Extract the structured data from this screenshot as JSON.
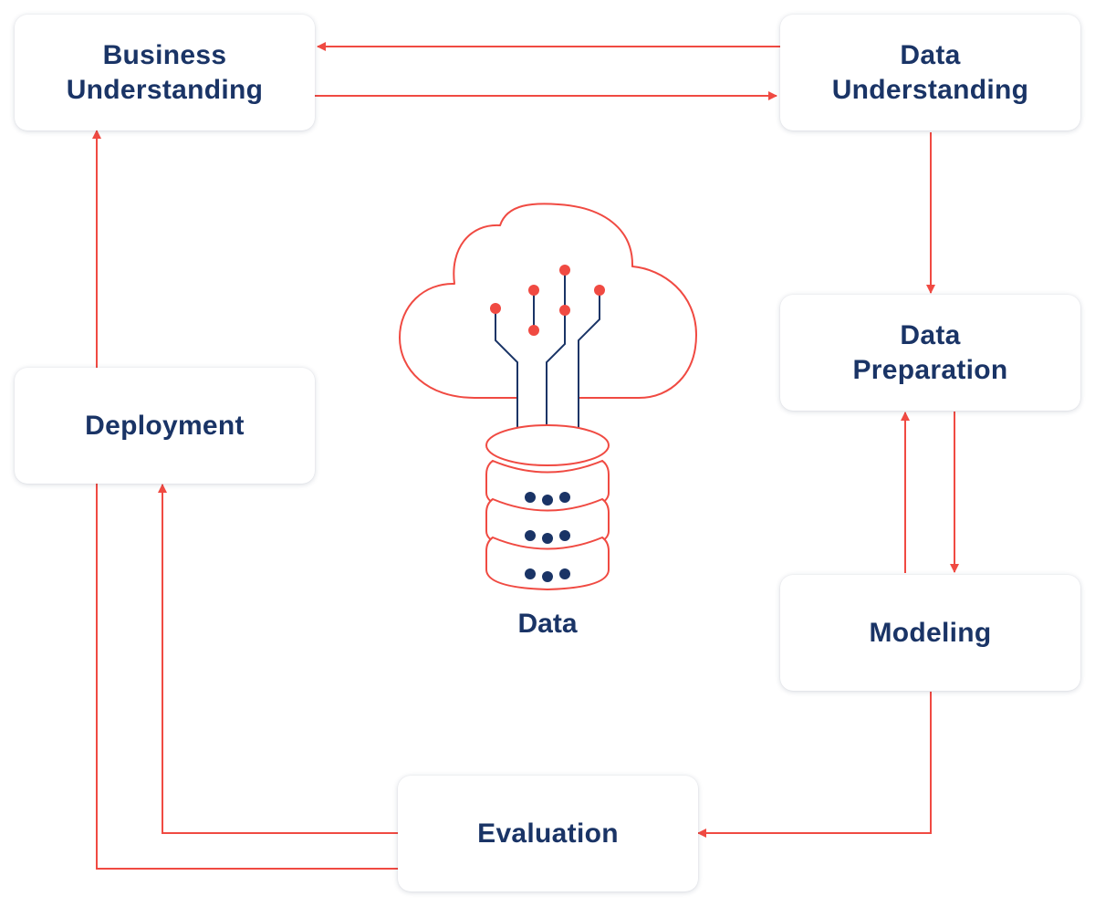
{
  "nodes": {
    "business_understanding": "Business\nUnderstanding",
    "data_understanding": "Data\nUnderstanding",
    "data_preparation": "Data\nPreparation",
    "modeling": "Modeling",
    "evaluation": "Evaluation",
    "deployment": "Deployment"
  },
  "center": {
    "label": "Data",
    "icon": "cloud-database-icon"
  },
  "colors": {
    "accent": "#f04a42",
    "text": "#1a3466"
  }
}
